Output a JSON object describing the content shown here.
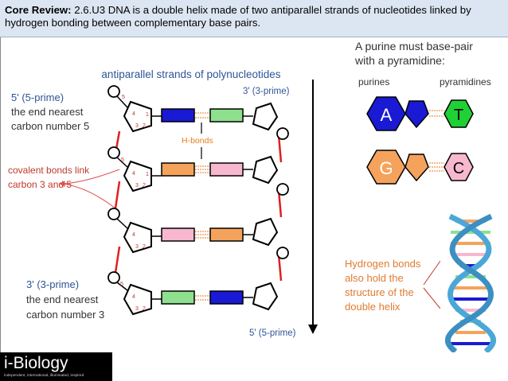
{
  "header": {
    "label": "Core Review:",
    "text": "2.6.U3 DNA is a double helix made of two antiparallel strands of nucleotides linked by hydrogen bonding between complementary base pairs."
  },
  "diagram": {
    "title": "antiparallel strands of polynucleotides",
    "five_prime_top": "5' (5-prime)",
    "five_prime_line2": "the end nearest",
    "five_prime_line3": "carbon number 5",
    "three_prime_top": "3' (3-prime)",
    "hbonds": "H-bonds",
    "covalent_line1": "covalent bonds link",
    "covalent_line2": "carbon 3 and 5",
    "three_prime_bottom": "3' (3-prime)",
    "three_prime_line2": "the end nearest",
    "three_prime_line3": "carbon number 3",
    "five_prime_bottom": "5' (5-prime)",
    "carbon_labels": {
      "c1": "1",
      "c2": "2",
      "c3": "3",
      "c4": "4",
      "c5": "5"
    }
  },
  "base_pairs": {
    "heading_line1": "A purine must base-pair",
    "heading_line2": "with a pyramidine:",
    "purines_label": "purines",
    "pyrimidines_label": "pyramidines",
    "a": "A",
    "t": "T",
    "g": "G",
    "c": "C"
  },
  "helix": {
    "caption_line1": "Hydrogen bonds",
    "caption_line2": "also hold the",
    "caption_line3": "structure of the",
    "caption_line4": "double helix"
  },
  "logo": {
    "name": "i-Biology",
    "tagline": "independent, international, illuminated, inspired"
  },
  "colors": {
    "header_bg": "#dce6f2",
    "title_blue": "#2e5597",
    "label_red": "#c0392b",
    "hbond_orange": "#e67e22",
    "adenine_blue": "#1a1ad4",
    "thymine_green": "#1fd134",
    "guanine_orange": "#f5a35c",
    "cytosine_pink": "#f7b8cf",
    "helix_backbone": "#4ba7d8"
  }
}
